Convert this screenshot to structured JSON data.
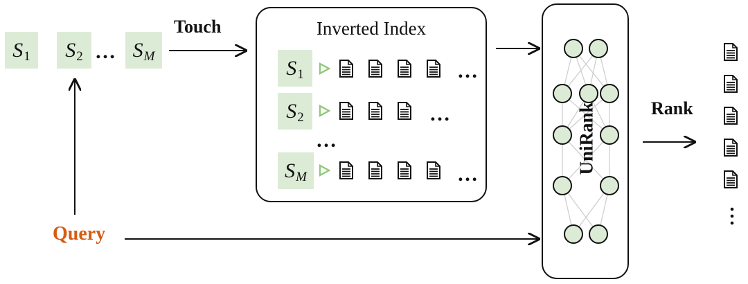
{
  "sources": [
    {
      "symbol": "S",
      "subscript": "1"
    },
    {
      "symbol": "S",
      "subscript": "2"
    },
    {
      "symbol": "S",
      "subscript": "M"
    }
  ],
  "ellipsis": "…",
  "touch_label": "Touch",
  "inverted_index": {
    "title": "Inverted Index",
    "rows": [
      {
        "symbol": "S",
        "subscript": "1",
        "doc_count": 4
      },
      {
        "symbol": "S",
        "subscript": "2",
        "doc_count": 3
      },
      {
        "symbol": "S",
        "subscript": "M",
        "doc_count": 4
      }
    ],
    "row_ellipsis": "…"
  },
  "model_label": "UniRank",
  "rank_label": "Rank",
  "query_label": "Query",
  "ranked_doc_count": 5,
  "colors": {
    "source_fill": "#dcebd6",
    "node_fill": "#dcebd6",
    "triangle": "#8fc97a",
    "query": "#d65b12"
  },
  "icons": [
    "document-icon",
    "triangle-pointer-icon",
    "neuron-node-icon",
    "arrow-icon"
  ]
}
